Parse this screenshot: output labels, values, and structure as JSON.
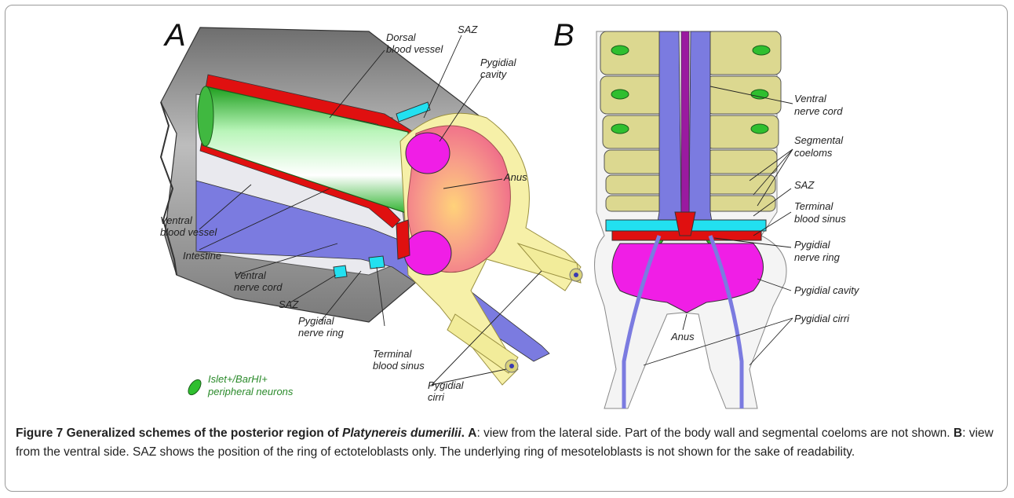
{
  "panels": {
    "a": "A",
    "b": "B"
  },
  "labels_a": {
    "dorsal_vessel_1": "Dorsal",
    "dorsal_vessel_2": "blood vessel",
    "saz": "SAZ",
    "pygidial_cavity_1": "Pygidial",
    "pygidial_cavity_2": "cavity",
    "anus": "Anus",
    "ventral_vessel_1": "Ventral",
    "ventral_vessel_2": "blood vessel",
    "intestine": "Intestine",
    "ventral_nerve_1": "Ventral",
    "ventral_nerve_2": "nerve cord",
    "saz_lower": "SAZ",
    "nerve_ring_1": "Pygidial",
    "nerve_ring_2": "nerve ring",
    "terminal_sinus_1": "Terminal",
    "terminal_sinus_2": "blood sinus",
    "cirri_1": "Pygidial",
    "cirri_2": "cirri"
  },
  "legend": {
    "line1": "Islet+/BarHI+",
    "line2": "peripheral neurons"
  },
  "labels_b": {
    "ventral_nerve_1": "Ventral",
    "ventral_nerve_2": "nerve cord",
    "segmental_1": "Segmental",
    "segmental_2": "coeloms",
    "saz": "SAZ",
    "terminal_sinus_1": "Terminal",
    "terminal_sinus_2": "blood sinus",
    "nerve_ring_1": "Pygidial",
    "nerve_ring_2": "nerve ring",
    "pygidial_cavity": "Pygidial cavity",
    "anus": "Anus",
    "cirri": "Pygidial cirri"
  },
  "caption": {
    "title": "Figure 7 Generalized schemes of the posterior region of ",
    "species": "Platynereis dumerilii",
    "period": ".",
    "a_key": "A",
    "a_text": ": view from the lateral side. Part of the body wall and segmental coeloms are not shown. ",
    "b_key": "B",
    "b_text": ": view from the ventral side. SAZ shows the position of the ring of ectoteloblasts only. The underlying ring of mesoteloblasts is not shown for the sake of readability."
  },
  "colors": {
    "intestine_green": "#3cc43c",
    "blood_red": "#e01010",
    "nerve_blue": "#7b7be0",
    "cavity_magenta": "#f01ee6",
    "coelom_khaki": "#dcd890",
    "saz_cyan": "#22e0f0",
    "body_gray": "#8c8c8c",
    "pygidium_yellow": "#f6f0a8"
  }
}
